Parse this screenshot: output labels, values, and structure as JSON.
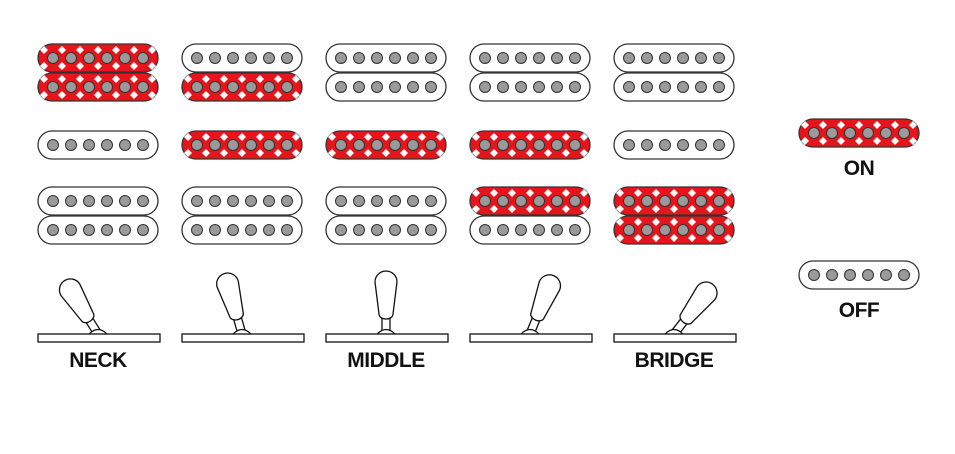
{
  "colors": {
    "on": "#e8141c",
    "pole": "#9a9a9a",
    "outline": "#333333"
  },
  "positions": [
    {
      "label": "NECK",
      "lever": "full-left",
      "top_humbucker": [
        true,
        true
      ],
      "single": false,
      "bottom_humbucker": [
        false,
        false
      ]
    },
    {
      "label": "",
      "lever": "left",
      "top_humbucker": [
        false,
        true
      ],
      "single": true,
      "bottom_humbucker": [
        false,
        false
      ]
    },
    {
      "label": "MIDDLE",
      "lever": "center",
      "top_humbucker": [
        false,
        false
      ],
      "single": true,
      "bottom_humbucker": [
        false,
        false
      ]
    },
    {
      "label": "",
      "lever": "right",
      "top_humbucker": [
        false,
        false
      ],
      "single": true,
      "bottom_humbucker": [
        true,
        false
      ]
    },
    {
      "label": "BRIDGE",
      "lever": "full-right",
      "top_humbucker": [
        false,
        false
      ],
      "single": false,
      "bottom_humbucker": [
        true,
        true
      ]
    }
  ],
  "legend": {
    "on_label": "ON",
    "off_label": "OFF"
  }
}
